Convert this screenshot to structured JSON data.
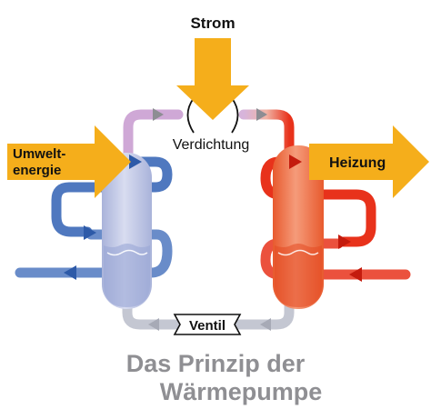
{
  "labels": {
    "power": "Strom",
    "compressor": "Verdichtung",
    "ambient_energy_line1": "Umwelt-",
    "ambient_energy_line2": "energie",
    "heating": "Heizung",
    "valve": "Ventil"
  },
  "title": {
    "line1": "Das Prinzip der",
    "line2": "Wärmepumpe"
  },
  "colors": {
    "energy_arrow": "#f5ae1b",
    "cold_tank": "#b6bfe0",
    "cold_pipe": "#4f78bf",
    "vapor_pipe": "#cfa8d6",
    "hot_tank": "#ec6b3b",
    "hot_pipe": "#e8321b",
    "return_pipe": "#c4c7d2",
    "title_text": "#8f8f93"
  }
}
